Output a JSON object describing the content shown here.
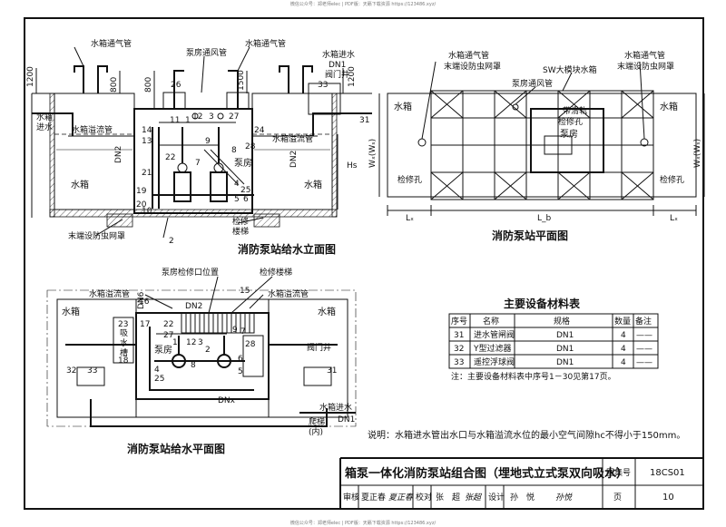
{
  "watermarks": {
    "top": "微信公众号：郑老师elec | PDF版：天籁下载资源 https://123486.xyz/",
    "bottom": "微信公众号：郑老师elec | PDF版：天籁下载资源 https://123486.xyz/"
  },
  "elevation": {
    "title": "消防泵站给水立面图",
    "labels": {
      "vent_pipe_left": "水箱通气管",
      "vent_pipe_right": "水箱通气管",
      "pump_room_vent": "泵房通风管",
      "inlet_right": "水箱进水",
      "dn1": "DN1",
      "valve_well": "阀门井",
      "inlet_left_1": "水箱",
      "inlet_left_2": "进水",
      "overflow_left": "水箱溢流管",
      "overflow_right": "水箱溢流管",
      "dn2_left": "DN2",
      "dn2_right": "DN2",
      "tank_left": "水箱",
      "tank_right": "水箱",
      "pump_room": "泵房",
      "screen": "末端设防虫网罩",
      "ladder_1": "检修",
      "ladder_2": "楼梯",
      "hs": "Hs"
    },
    "dims": [
      "1200",
      "800",
      "800",
      "1500",
      "1200"
    ],
    "numbers": [
      "26",
      "11",
      "1",
      "12",
      "3",
      "27",
      "33",
      "31",
      "14",
      "13",
      "24",
      "22",
      "8",
      "28",
      "21",
      "9",
      "7",
      "19",
      "20",
      "4",
      "25",
      "5",
      "6",
      "10",
      "2"
    ]
  },
  "plan_station": {
    "title": "消防泵站平面图",
    "labels": {
      "vent_left_1": "水箱通气管",
      "vent_left_2": "末端设防虫网罩",
      "tank_box": "SW大模块水箱",
      "vent_right_1": "水箱通气管",
      "vent_right_2": "末端设防虫网罩",
      "pump_vent": "泵房通风管",
      "tank_left": "水箱",
      "tank_right": "水箱",
      "manhole_1": "检修孔",
      "manhole_2": "检修孔",
      "rail_1": "带滑轨",
      "rail_2": "检修孔",
      "pump_room": "泵房",
      "w_left": "Wₓ(Wₛ)",
      "w_right": "Wₓ(Wₛ)",
      "lx_left": "Lₓ",
      "lb": "L_b",
      "lx_right": "Lₓ"
    }
  },
  "plan_water": {
    "title": "消防泵站给水平面图",
    "labels": {
      "access_hole": "泵房检修口位置",
      "ladder": "检修楼梯",
      "overflow_left": "水箱溢流管",
      "overflow_right": "水箱溢流管",
      "dn6": "DN6",
      "dn2": "DN2",
      "tank_left": "水箱",
      "tank_right": "水箱",
      "sump_1": "吸",
      "sump_2": "水",
      "sump_3": "槽",
      "pump_room": "泵房",
      "valve_well": "阀门井",
      "dnx": "DNx",
      "climb_1": "爬梯",
      "climb_2": "(内)",
      "inlet": "水箱进水",
      "dn1": "DN1"
    },
    "numbers": [
      "16",
      "23",
      "17",
      "15",
      "18",
      "4",
      "25",
      "7",
      "28",
      "6",
      "5",
      "32",
      "33",
      "31",
      "22",
      "27",
      "1",
      "12",
      "3",
      "2",
      "9",
      "8"
    ]
  },
  "materials_table": {
    "title": "主要设备材料表",
    "headers": [
      "序号",
      "名称",
      "规格",
      "数量",
      "备注"
    ],
    "rows": [
      [
        "31",
        "进水管闸阀",
        "DN1",
        "4",
        "——"
      ],
      [
        "32",
        "Y型过滤器",
        "DN1",
        "4",
        "——"
      ],
      [
        "33",
        "遥控浮球阀",
        "DN1",
        "4",
        "——"
      ]
    ],
    "note": "注：主要设备材料表中序号1－30见第17页。"
  },
  "footnote": "说明：水箱进水管出水口与水箱溢流水位的最小空气间隙hc不得小于150mm。",
  "title_block": {
    "title": "箱泵一体化消防泵站组合图（埋地式立式泵双向吸水）",
    "atlas_label": "图集号",
    "atlas_no": "18CS01",
    "review_label": "审核",
    "reviewer": "夏正春",
    "reviewer_sign": "夏正春",
    "check_label": "校对",
    "checker": "张　超",
    "checker_sign": "张超",
    "design_label": "设计",
    "designer": "孙　悦",
    "designer_sign": "孙悦",
    "page_label": "页",
    "page_no": "10"
  }
}
